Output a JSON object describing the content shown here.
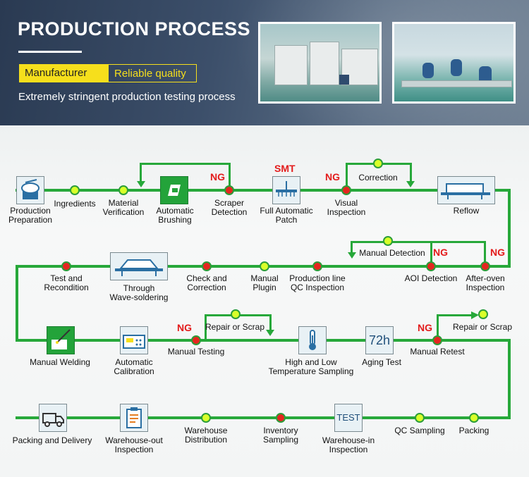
{
  "header": {
    "title": "PRODUCTION PROCESS",
    "tag_1": "Manufacturer",
    "tag_2": "Reliable quality",
    "subtitle": "Extremely stringent production testing process"
  },
  "colors": {
    "flow_green": "#27a83a",
    "node_yellow": "#d9ff2a",
    "node_red": "#e5261f",
    "ng_red": "#e31b1b",
    "tag_yellow": "#f6df1c"
  },
  "row1": {
    "production_preparation": "Production\nPreparation",
    "ingredients": "Ingredients",
    "material_verification": "Material\nVerification",
    "automatic_brushing": "Automatic\nBrushing",
    "scraper_detection": "Scraper\nDetection",
    "smt": "SMT",
    "full_automatic_patch": "Full Automatic\nPatch",
    "visual_inspection": "Visual\nInspection",
    "correction": "Correction",
    "reflow": "Reflow"
  },
  "row2": {
    "manual_detection": "Manual Detection",
    "aoi_detection": "AOI Detection",
    "after_oven_inspection": "After-oven\nInspection",
    "production_line_qc": "Production line\nQC Inspection",
    "manual_plugin": "Manual\nPlugin",
    "check_and_correction": "Check and\nCorrection",
    "through_wave_soldering": "Through\nWave-soldering",
    "test_and_recondition": "Test and\nRecondition"
  },
  "row3": {
    "manual_welding": "Manual Welding",
    "automatic_calibration": "Automatic\nCalibration",
    "manual_testing": "Manual Testing",
    "repair_or_scrap_1": "Repair or Scrap",
    "high_low_temp_sampling": "High and Low\nTemperature Sampling",
    "aging_test": "Aging Test",
    "aging_icon_text": "72h",
    "manual_retest": "Manual Retest",
    "repair_or_scrap_2": "Repair or Scrap"
  },
  "row4": {
    "packing": "Packing",
    "qc_sampling": "QC Sampling",
    "warehouse_in_inspection": "Warehouse-in\nInspection",
    "test_icon_text": "TEST",
    "inventory_sampling": "Inventory\nSampling",
    "warehouse_distribution": "Warehouse\nDistribution",
    "warehouse_out_inspection": "Warehouse-out\nInspection",
    "packing_and_delivery": "Packing and Delivery"
  },
  "ng_label": "NG",
  "icons": [
    "chef-hat-icon",
    "brush-icon",
    "smt-machine-icon",
    "reflow-oven-icon",
    "wave-solder-icon",
    "welding-icon",
    "calibrator-icon",
    "thermometer-icon",
    "timer-72h-icon",
    "test-badge-icon",
    "clipboard-icon",
    "delivery-truck-icon"
  ]
}
